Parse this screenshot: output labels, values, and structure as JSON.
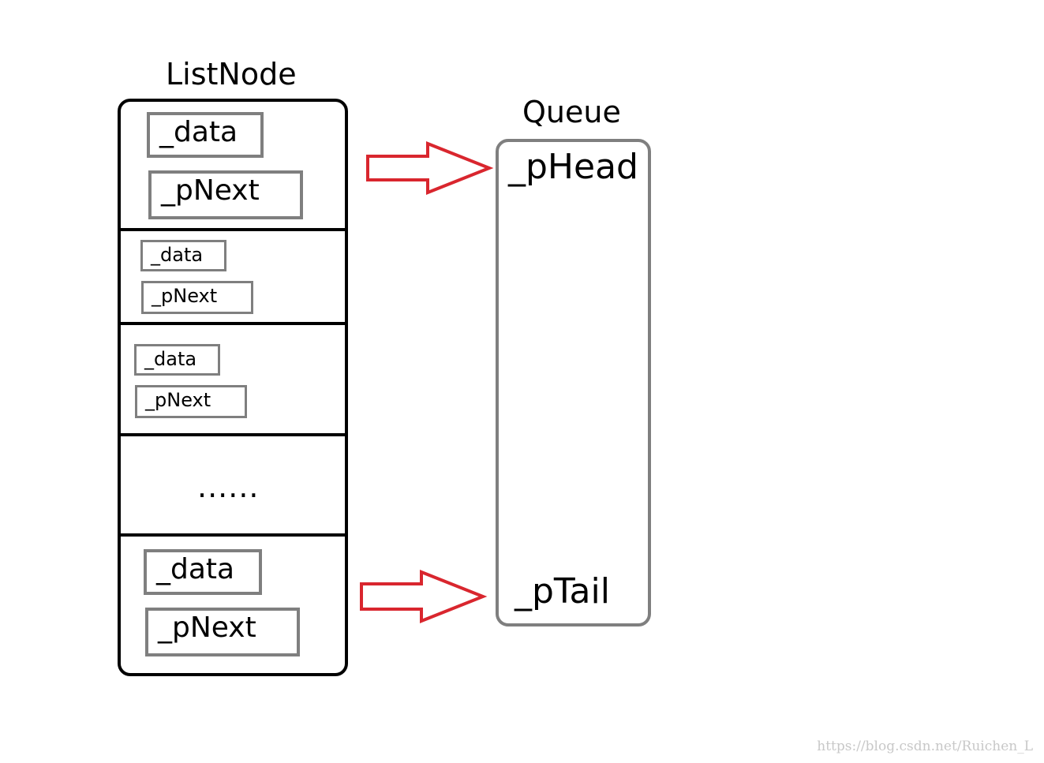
{
  "listnode": {
    "title": "ListNode",
    "nodes": [
      {
        "data": "_data",
        "next": "_pNext"
      },
      {
        "data": "_data",
        "next": "_pNext"
      },
      {
        "data": "_data",
        "next": "_pNext"
      },
      {
        "ellipsis": "......"
      },
      {
        "data": "_data",
        "next": "_pNext"
      }
    ]
  },
  "queue": {
    "title": "Queue",
    "head": "_pHead",
    "tail": "_pTail"
  },
  "colors": {
    "arrow": "#d9262e",
    "field_border": "#7f7f7f",
    "container_border": "#000000",
    "queue_border": "#7f7f7f"
  },
  "watermark": "https://blog.csdn.net/Ruichen_L"
}
